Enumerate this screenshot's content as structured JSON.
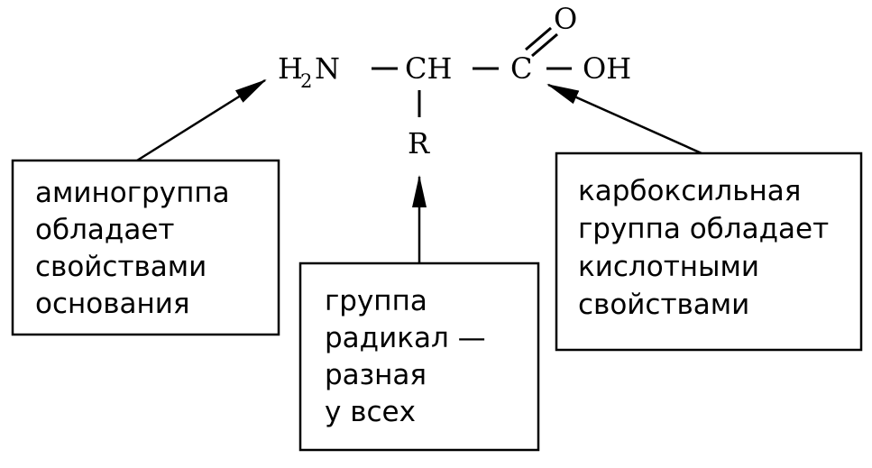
{
  "formula": {
    "amine": "H",
    "amine_sub": "2",
    "amine_n": "N",
    "alpha_carbon": "CH",
    "carboxyl_carbon": "C",
    "carbonyl_oxygen": "O",
    "hydroxyl": "OH",
    "radical": "R"
  },
  "boxes": {
    "amino": {
      "lines": [
        "аминогруппа",
        "обладает",
        "свойствами",
        "основания"
      ]
    },
    "radical": {
      "lines": [
        "группа",
        "радикал —",
        "разная",
        "у всех"
      ]
    },
    "carboxyl": {
      "lines": [
        "карбоксильная",
        "группа обладает",
        "кислотными",
        "свойствами"
      ]
    }
  },
  "colors": {
    "ink": "#000000",
    "background": "#ffffff"
  }
}
